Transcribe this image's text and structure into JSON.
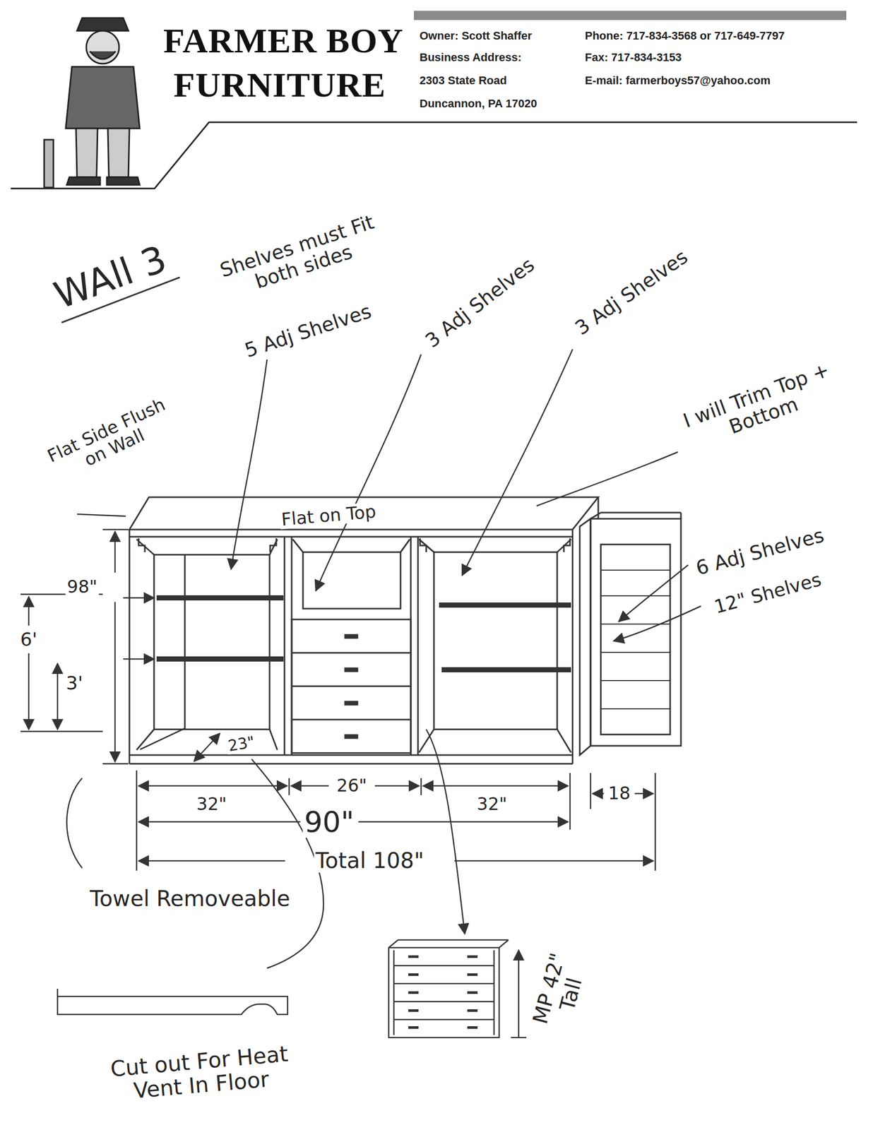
{
  "diagram": {
    "labels": [
      "FARMER BOY",
      "FURNITURE",
      "Owner: Scott Shaffer",
      "Business Address:",
      "2303 State Road",
      "Duncannon, PA 17020",
      "Phone: 717-834-3568 or 717-649-7797",
      "Fax: 717-834-3153",
      "E-mail: farmerboys57@yahoo.com",
      "WAll 3",
      "Shelves must Fit both sides",
      "5 Adj Shelves",
      "3 Adj Shelves",
      "3 Adj Shelves",
      "I will Trim Top + Bottom",
      "Flat Side Flush on Wall",
      "Flat on Top",
      "98\"",
      "6'",
      "3'",
      "23\"",
      "6 Adj Shelves",
      "12\" Shelves",
      "32\"",
      "26\"",
      "32\"",
      "18",
      "90\"",
      "Total 108\"",
      "Towel Removeable",
      "Cut out For Heat Vent In Floor",
      "MP 42\" Tall"
    ]
  }
}
